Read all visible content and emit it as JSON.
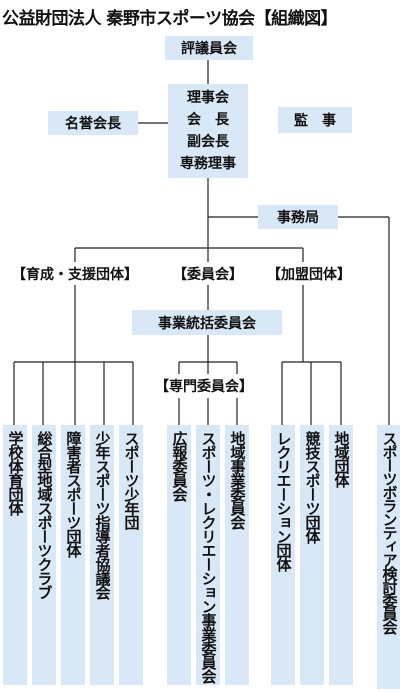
{
  "title": "公益財団法人 秦野市スポーツ協会【組織図】",
  "council": "評議員会",
  "honorary": "名誉会長",
  "board": [
    "理事会",
    "会　長",
    "副会長",
    "専務理事"
  ],
  "auditor": "監　事",
  "secretariat": "事務局",
  "groups": {
    "support": "【育成・支援団体】",
    "committees": "【委員会】",
    "member": "【加盟団体】"
  },
  "unified_committee": "事業統括委員会",
  "special_committees": "【専門委員会】",
  "units": [
    "学校体育団体",
    "総合型地域スポーツクラブ",
    "障害者スポーツ団体",
    "少年スポーツ指導者協議会",
    "スポーツ少年団",
    "広報委員会",
    "スポーツ・レクリエーション事業委員会",
    "地域事業委員会",
    "レクリエーション団体",
    "競技スポーツ団体",
    "地域団体",
    "スポーツボランティア検討委員会"
  ]
}
